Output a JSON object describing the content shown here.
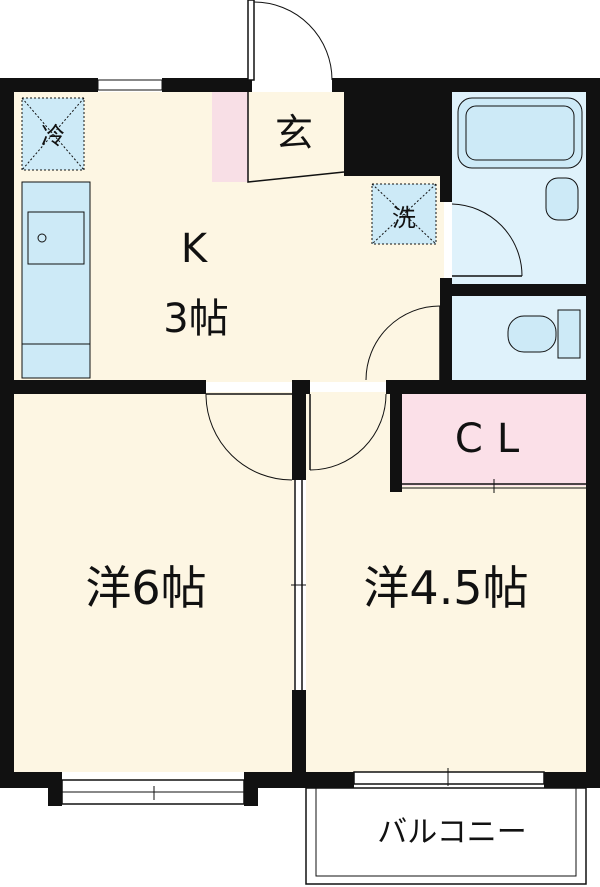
{
  "rooms": {
    "kitchen_letter": "K",
    "kitchen_size": "3帖",
    "entrance": "玄",
    "refrigerator": "冷",
    "washer": "洗",
    "western_6": "洋6帖",
    "western_45": "洋4.5帖",
    "closet": "CL",
    "balcony": "バルコニー"
  },
  "colors": {
    "wall": "#111111",
    "floor": "#fdf6e3",
    "closet_fill": "#fbe0e8",
    "entrance_step": "#f8dfe6",
    "wet_area": "#dff2fb",
    "fixture": "#cdeaf7",
    "balcony_fill": "#ffffff"
  }
}
